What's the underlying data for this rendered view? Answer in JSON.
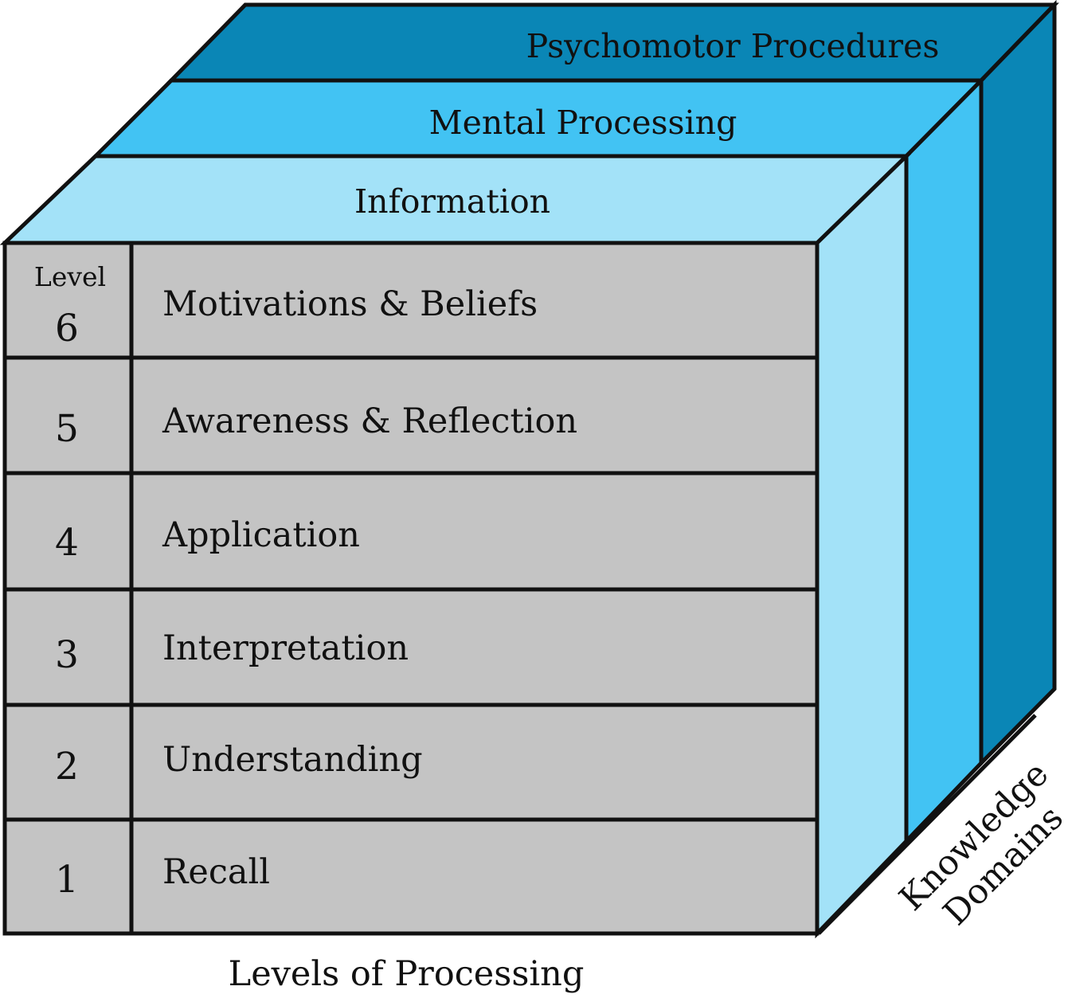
{
  "colors": {
    "psychomotor": "#0a86b6",
    "mental": "#42c3f3",
    "information": "#a3e2f8",
    "levels_face": "#c4c4c4",
    "stroke": "#111111"
  },
  "domains": [
    {
      "id": "psychomotor",
      "label": "Psychomotor Procedures"
    },
    {
      "id": "mental",
      "label": "Mental Processing"
    },
    {
      "id": "information",
      "label": "Information"
    }
  ],
  "level_header": "Level",
  "levels": [
    {
      "number": "6",
      "label": "Motivations & Beliefs"
    },
    {
      "number": "5",
      "label": "Awareness & Reflection"
    },
    {
      "number": "4",
      "label": "Application"
    },
    {
      "number": "3",
      "label": "Interpretation"
    },
    {
      "number": "2",
      "label": "Understanding"
    },
    {
      "number": "1",
      "label": "Recall"
    }
  ],
  "axes": {
    "levels_axis": "Levels of Processing",
    "domains_axis_line1": "Knowledge",
    "domains_axis_line2": "Domains"
  }
}
